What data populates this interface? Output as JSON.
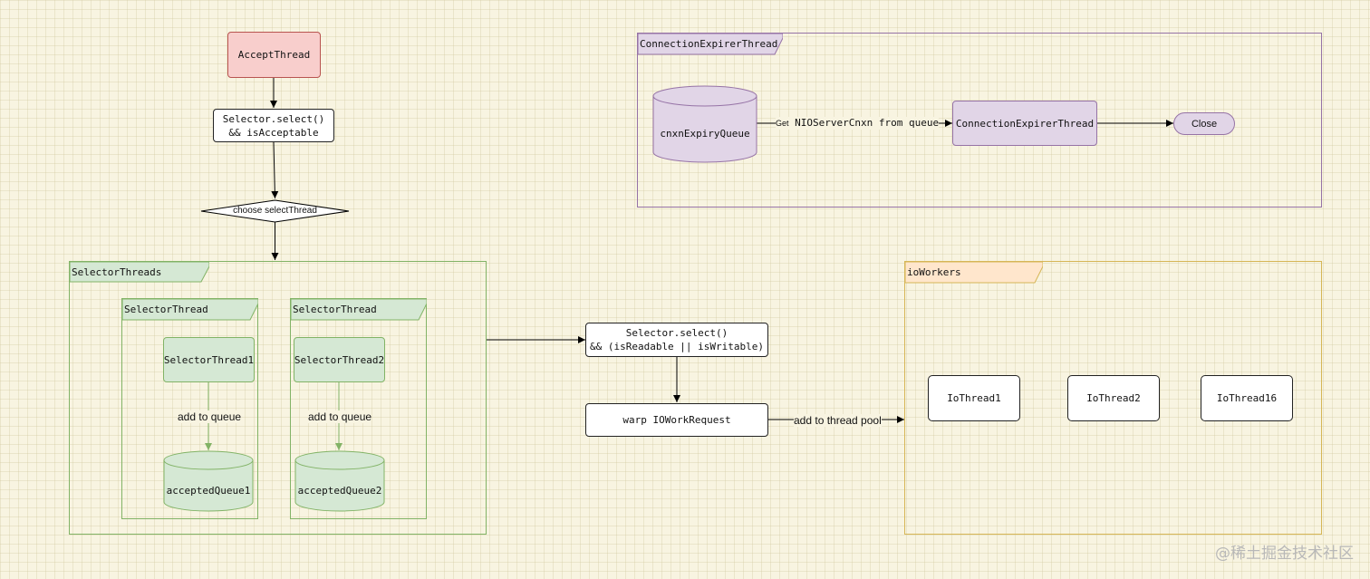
{
  "nodes": {
    "accept_thread": "AcceptThread",
    "selector_accept_line1": "Selector.select()",
    "selector_accept_line2": "&& isAcceptable",
    "choose_select_thread": "choose selectThread",
    "selector_rw_line1": "Selector.select()",
    "selector_rw_line2": "&& (isReadable || isWritable)",
    "warp_request": "warp IOWorkRequest",
    "selector_thread1": "SelectorThread1",
    "selector_thread2": "SelectorThread2",
    "accepted_queue1": "acceptedQueue1",
    "accepted_queue2": "acceptedQueue2",
    "io_thread1": "IoThread1",
    "io_thread2": "IoThread2",
    "io_thread16": "IoThread16",
    "cnxn_expiry_queue": "cnxnExpiryQueue",
    "connection_expirer_thread_node": "ConnectionExpirerThread",
    "close": "Close"
  },
  "frames": {
    "selector_threads": "SelectorThreads",
    "selector_thread_a": "SelectorThread",
    "selector_thread_b": "SelectorThread",
    "io_workers": "ioWorkers",
    "connection_expirer": "ConnectionExpirerThread"
  },
  "edge_labels": {
    "add_to_queue_1": "add to queue",
    "add_to_queue_2": "add to queue",
    "add_to_thread_pool": "add to thread pool",
    "get_prefix": "Get",
    "get_rest": "NIOServerCnxn from queue"
  },
  "watermark": "@稀土掘金技术社区",
  "colors": {
    "background": "#f8f4e1",
    "accept_fill": "#f8cecc",
    "accept_stroke": "#b85450",
    "green_fill": "#d5e8d4",
    "green_stroke": "#82b366",
    "purple_fill": "#e1d5e7",
    "purple_stroke": "#9673a6",
    "orange_fill": "#ffe6cc",
    "orange_stroke": "#d6b656"
  }
}
